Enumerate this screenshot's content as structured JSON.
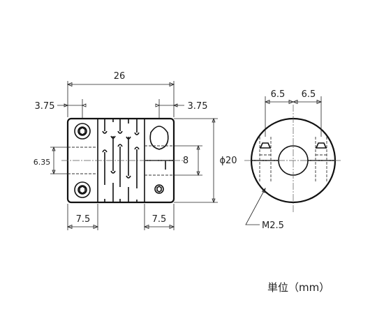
{
  "dimensions": {
    "overall_length": "26",
    "clamp_offset_left": "3.75",
    "clamp_offset_right": "3.75",
    "bore_left": "6.35",
    "bore_right": "8",
    "outer_diameter": "ϕ20",
    "hub_length_left": "7.5",
    "hub_length_right": "7.5",
    "screw_spacing_left": "6.5",
    "screw_spacing_right": "6.5",
    "screw_size": "M2.5"
  },
  "unit_label": "単位（mm）"
}
